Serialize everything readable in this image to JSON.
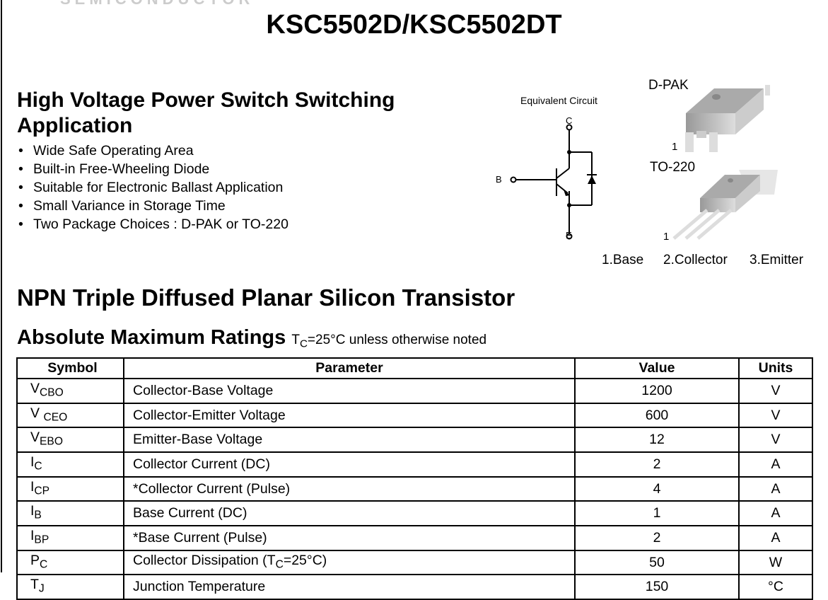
{
  "header": {
    "faded_text": "SEMICONDUCTOR",
    "title": "KSC5502D/KSC5502DT"
  },
  "heading": "High Voltage Power Switch Switching Application",
  "features": [
    "Wide Safe Operating Area",
    "Built-in Free-Wheeling Diode",
    "Suitable for Electronic Ballast Application",
    "Small Variance in Storage Time",
    "Two Package Choices : D-PAK or TO-220"
  ],
  "circuit": {
    "title": "Equivalent Circuit",
    "c": "C",
    "b": "B",
    "e": "E"
  },
  "packages": {
    "dpak": "D-PAK",
    "to220": "TO-220",
    "pin1": "1",
    "pins": [
      "1.Base",
      "2.Collector",
      "3.Emitter"
    ]
  },
  "subtitle": "NPN Triple Diffused Planar Silicon Transistor",
  "ratings": {
    "title": "Absolute Maximum Ratings",
    "note_pre": "T",
    "note_sub": "C",
    "note_post": "=25°C unless otherwise noted",
    "headers": [
      "Symbol",
      "Parameter",
      "Value",
      "Units"
    ],
    "rows": [
      {
        "sym": "V",
        "sub": "CBO",
        "param": "Collector-Base Voltage",
        "value": "1200",
        "unit": "V"
      },
      {
        "sym": "V ",
        "sub": "CEO",
        "param": "Collector-Emitter Voltage",
        "value": "600",
        "unit": "V"
      },
      {
        "sym": "V",
        "sub": "EBO",
        "param": "Emitter-Base Voltage",
        "value": "12",
        "unit": "V"
      },
      {
        "sym": "I",
        "sub": "C",
        "param": "Collector Current (DC)",
        "value": "2",
        "unit": "A"
      },
      {
        "sym": "I",
        "sub": "CP",
        "param": "*Collector Current (Pulse)",
        "value": "4",
        "unit": "A"
      },
      {
        "sym": "I",
        "sub": "B",
        "param": "Base Current (DC)",
        "value": "1",
        "unit": "A"
      },
      {
        "sym": "I",
        "sub": "BP",
        "param": "*Base Current (Pulse)",
        "value": "2",
        "unit": "A"
      },
      {
        "sym": "P",
        "sub": "C",
        "param": "Collector Dissipation (TC=25°C)",
        "value": "50",
        "unit": "W"
      },
      {
        "sym": "T",
        "sub": "J",
        "param": "Junction Temperature",
        "value": "150",
        "unit": "°C"
      }
    ]
  }
}
